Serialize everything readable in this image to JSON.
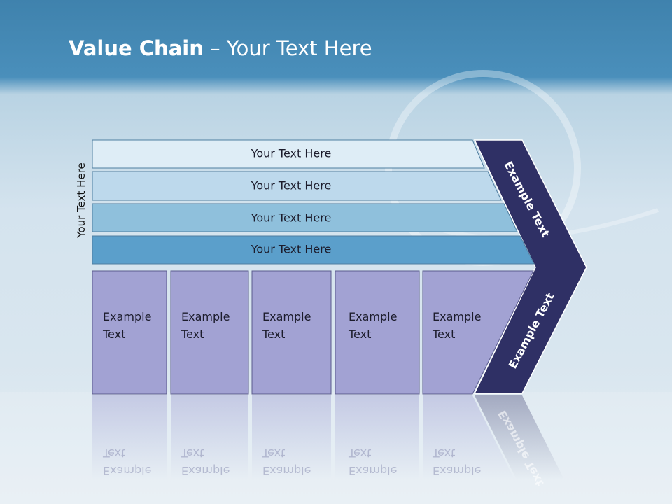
{
  "slide": {
    "title_bold": "Value Chain",
    "title_rest": " – Your Text Here",
    "side_label": "Your Text Here"
  },
  "bars": [
    {
      "label": "Your Text Here",
      "color": "#deedf6"
    },
    {
      "label": "Your Text Here",
      "color": "#bdd9ec"
    },
    {
      "label": "Your Text Here",
      "color": "#8fc0dc"
    },
    {
      "label": "Your Text Here",
      "color": "#5b9fcb"
    }
  ],
  "cells": [
    {
      "line1": "Example",
      "line2": "Text"
    },
    {
      "line1": "Example",
      "line2": "Text"
    },
    {
      "line1": "Example",
      "line2": "Text"
    },
    {
      "line1": "Example",
      "line2": "Text"
    },
    {
      "line1": "Example",
      "line2": "Text"
    }
  ],
  "arrow": {
    "upper_label": "Example Text",
    "lower_label": "Example Text",
    "color": "#2f3065"
  },
  "colors": {
    "cell_fill": "#a2a2d3",
    "header_band": "#4a8fbb"
  }
}
